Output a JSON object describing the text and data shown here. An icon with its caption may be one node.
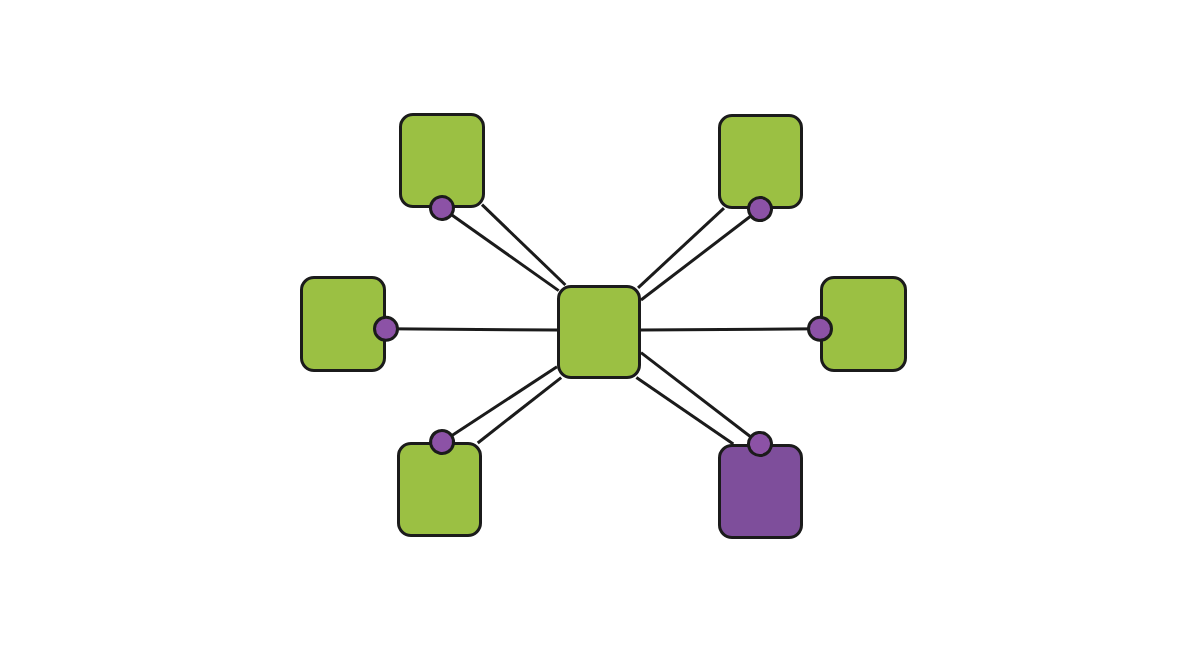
{
  "diagram": {
    "nodes": [
      {
        "text": [],
        "shape": "box"
      },
      {
        "text": [],
        "shape": "box"
      },
      {
        "text": [],
        "shape": "box"
      },
      {
        "text": [],
        "shape": "box"
      },
      {
        "text": [],
        "shape": "box"
      },
      {
        "text": [],
        "shape": "box"
      },
      {
        "text": [],
        "shape": "box"
      }
    ],
    "edges": [
      {
        "from": 3,
        "to": 0,
        "arrow": "other"
      },
      {
        "from": 3,
        "to": 0,
        "arrow": "none"
      },
      {
        "from": 3,
        "to": 1,
        "arrow": "other"
      },
      {
        "from": 3,
        "to": 1,
        "arrow": "none"
      },
      {
        "from": 3,
        "to": 2,
        "arrow": "other"
      },
      {
        "from": 3,
        "to": 4,
        "arrow": "other"
      },
      {
        "from": 3,
        "to": 5,
        "arrow": "other"
      },
      {
        "from": 3,
        "to": 5,
        "arrow": "none"
      },
      {
        "from": 3,
        "to": 6,
        "arrow": "other"
      },
      {
        "from": 3,
        "to": 6,
        "arrow": "none"
      }
    ]
  }
}
